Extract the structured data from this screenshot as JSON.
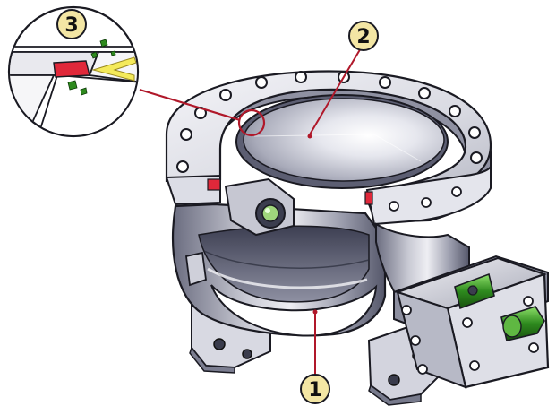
{
  "callouts": [
    {
      "id": "1",
      "label": "1"
    },
    {
      "id": "2",
      "label": "2"
    },
    {
      "id": "3",
      "label": "3"
    }
  ],
  "colors": {
    "callout_fill": "#f3e6a4",
    "leader": "#b0182a",
    "seal_red": "#e0283a",
    "metal_light": "#e8e8ee",
    "metal_mid": "#b9bac6",
    "metal_dark": "#54566a",
    "actuator_green": "#2e8a1e",
    "flow_arrow": "#f4ea5a"
  }
}
